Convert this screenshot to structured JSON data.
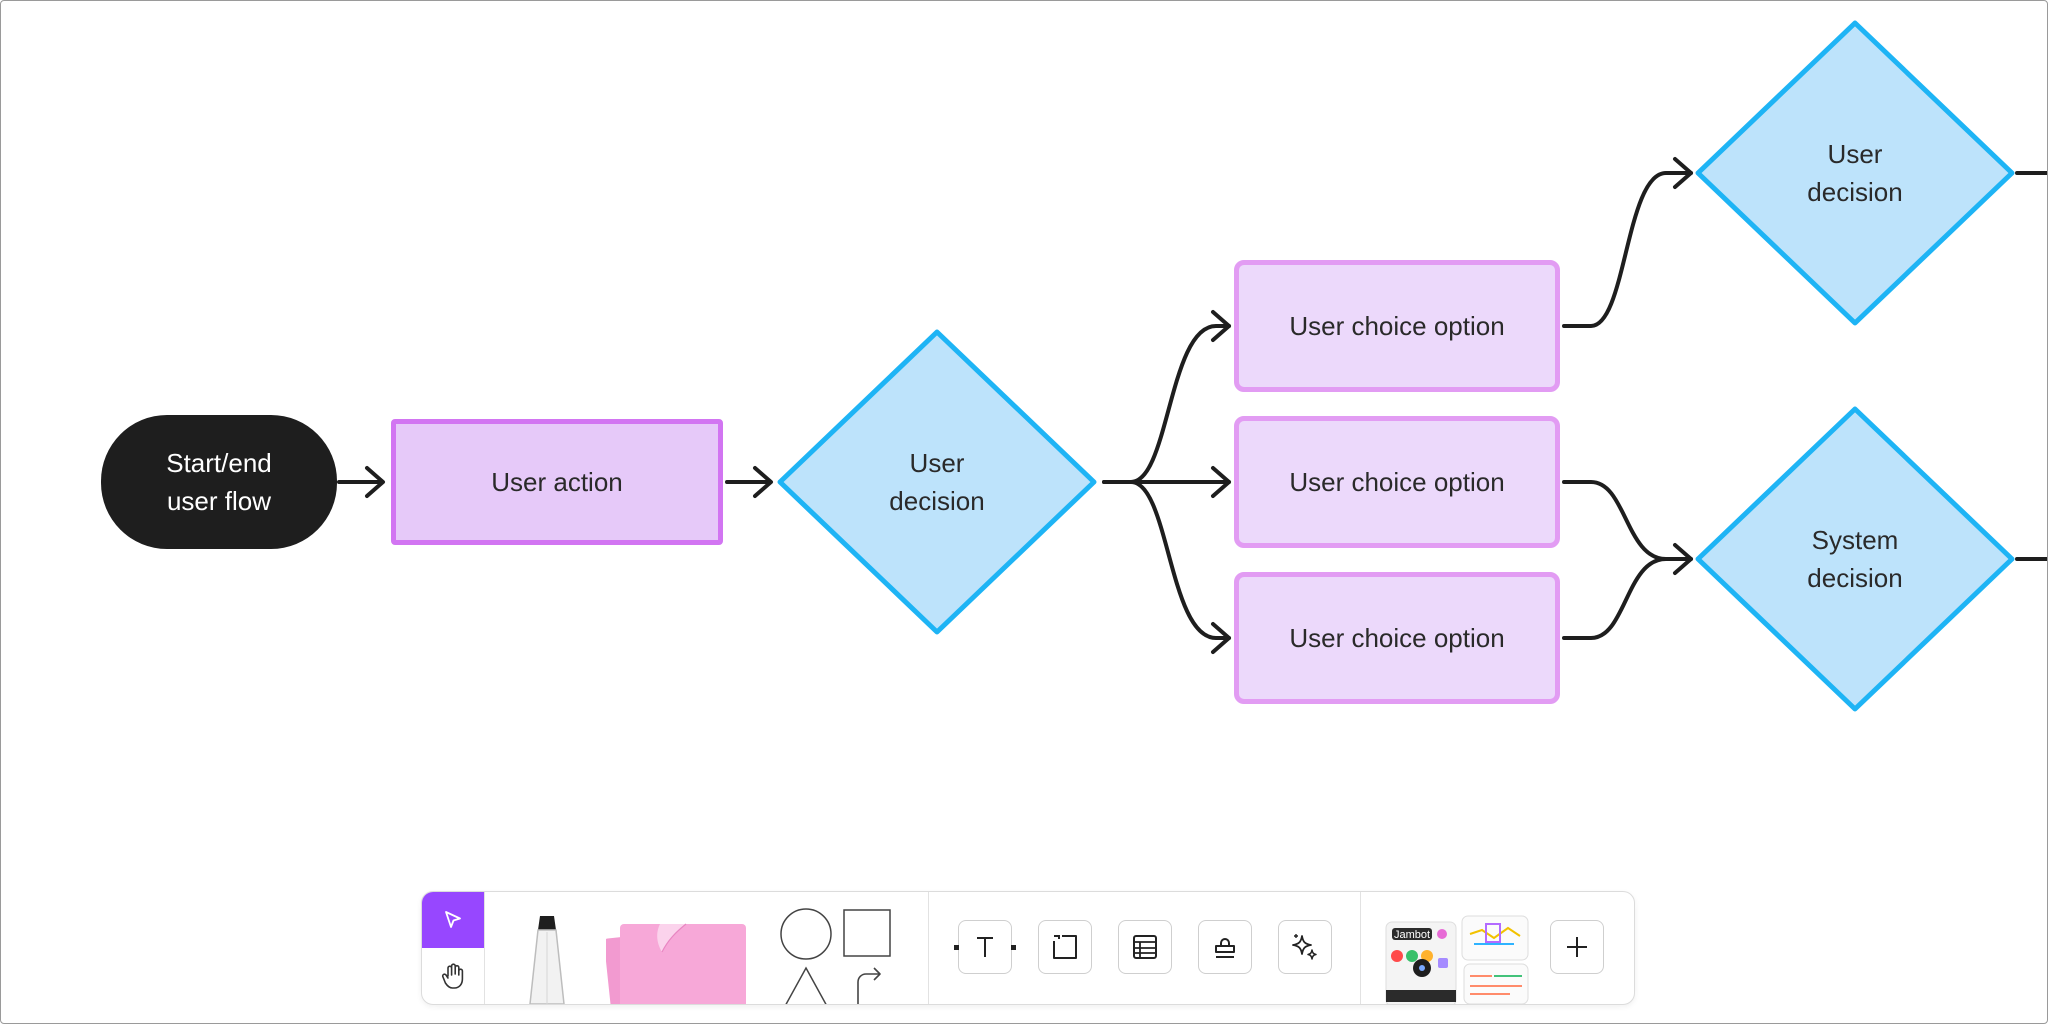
{
  "flowchart": {
    "start": {
      "label": "Start/end\nuser flow"
    },
    "user_action": {
      "label": "User action"
    },
    "user_decision_1": {
      "label": "User\ndecision"
    },
    "choices": [
      {
        "label": "User choice option"
      },
      {
        "label": "User choice option"
      },
      {
        "label": "User choice option"
      }
    ],
    "user_decision_2": {
      "label": "User\ndecision"
    },
    "system_decision": {
      "label": "System\ndecision"
    }
  },
  "toolbar": {
    "tools": [
      {
        "name": "select",
        "icon": "cursor-arrow-icon",
        "active": true
      },
      {
        "name": "hand",
        "icon": "hand-icon"
      },
      {
        "name": "marker",
        "icon": "marker-pen-icon"
      },
      {
        "name": "sticky-note",
        "icon": "sticky-note-icon"
      },
      {
        "name": "shapes",
        "icon": "shapes-icon"
      },
      {
        "name": "connector",
        "icon": "connector-arrow-icon"
      },
      {
        "name": "text",
        "icon": "text-icon"
      },
      {
        "name": "section",
        "icon": "section-icon"
      },
      {
        "name": "table",
        "icon": "table-icon"
      },
      {
        "name": "stamp",
        "icon": "stamp-icon"
      },
      {
        "name": "ai",
        "icon": "sparkle-icon"
      },
      {
        "name": "templates",
        "icon": "template-thumbnails-icon"
      },
      {
        "name": "more",
        "icon": "plus-icon"
      }
    ],
    "template_badge": "Jambot"
  },
  "colors": {
    "accent": "#9747ff",
    "terminal_fill": "#1e1e1e",
    "action_fill": "#e6c9f9",
    "action_stroke": "#d275f2",
    "choice_fill": "#ecd9fb",
    "choice_stroke": "#e29cf3",
    "decision_fill": "#bde3fb",
    "decision_stroke": "#1eb4f5",
    "connector": "#1e1e1e",
    "sticky_pink": "#f7a8d8"
  }
}
